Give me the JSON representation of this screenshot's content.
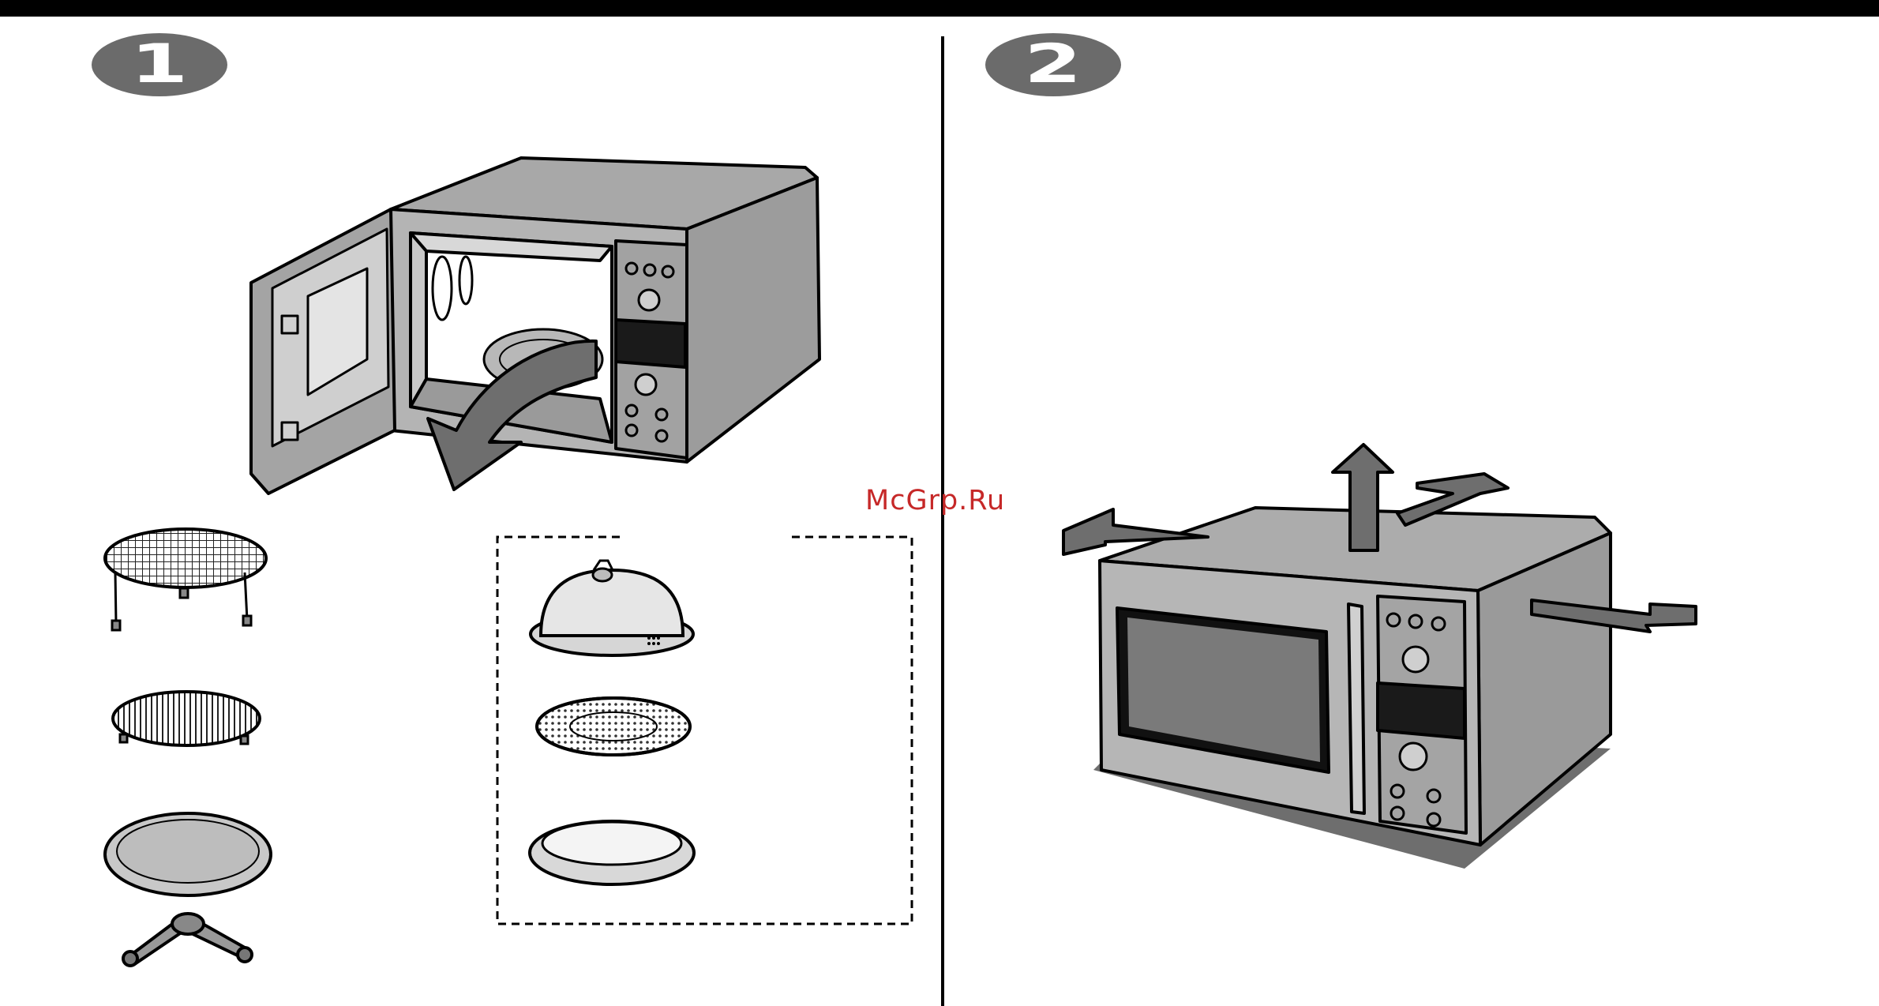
{
  "steps": [
    {
      "number": "1"
    },
    {
      "number": "2"
    }
  ],
  "watermark": "McGrp.Ru",
  "colors": {
    "badge": "#6b6b6b",
    "appliance_body": "#b0b0b0",
    "appliance_dark": "#8a8a8a",
    "arrow": "#6e6e6e",
    "watermark": "#c62828"
  },
  "icons": {
    "step1_main": "open-microwave-icon",
    "step2_main": "closed-microwave-ventilation-icon",
    "accessories_left": [
      "high-rack-icon",
      "low-rack-icon",
      "turntable-with-roller-icon"
    ],
    "accessories_right": [
      "dome-cover-icon",
      "crisp-plate-icon",
      "baking-dish-icon"
    ]
  }
}
